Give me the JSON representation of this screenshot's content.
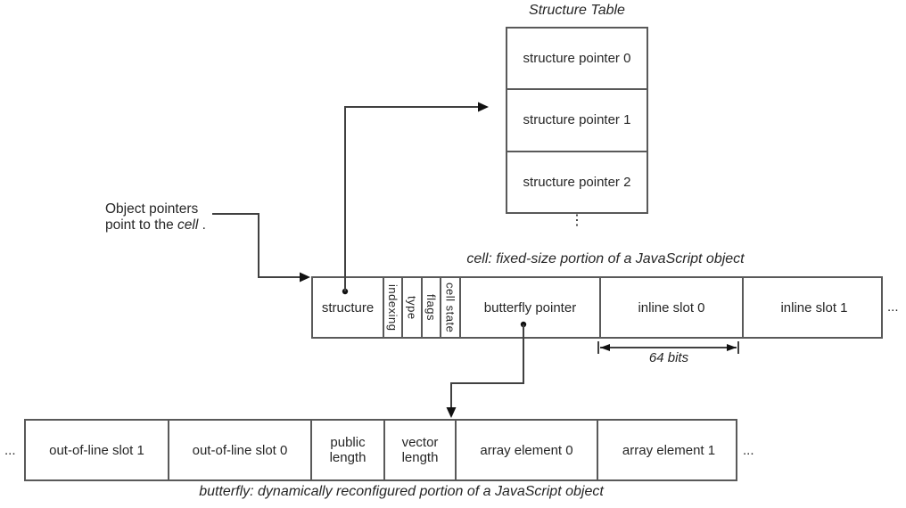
{
  "colors": {
    "line": "#595959",
    "text": "#262626",
    "background": "#ffffff"
  },
  "structure_table": {
    "title": "Structure Table",
    "rows": [
      "structure pointer 0",
      "structure pointer 1",
      "structure pointer 2"
    ],
    "ellipsis": "⋮"
  },
  "note": {
    "line1": "Object pointers",
    "line2_prefix": "point to the ",
    "line2_italic": "cell",
    "line2_suffix": " ."
  },
  "cell_row": {
    "caption": "cell: fixed-size portion of a JavaScript object",
    "cells": [
      "structure",
      "indexing",
      "type",
      "flags",
      "cell state",
      "butterfly pointer",
      "inline slot 0",
      "inline slot 1"
    ],
    "overflow_right": "..."
  },
  "measure": {
    "label": "64 bits"
  },
  "butterfly_row": {
    "caption": "butterfly: dynamically reconfigured portion of a JavaScript object",
    "overflow_left": "...",
    "overflow_right": "...",
    "cells": [
      "out-of-line slot 1",
      "out-of-line slot 0",
      "public length",
      "vector length",
      "array element 0",
      "array element 1"
    ]
  }
}
